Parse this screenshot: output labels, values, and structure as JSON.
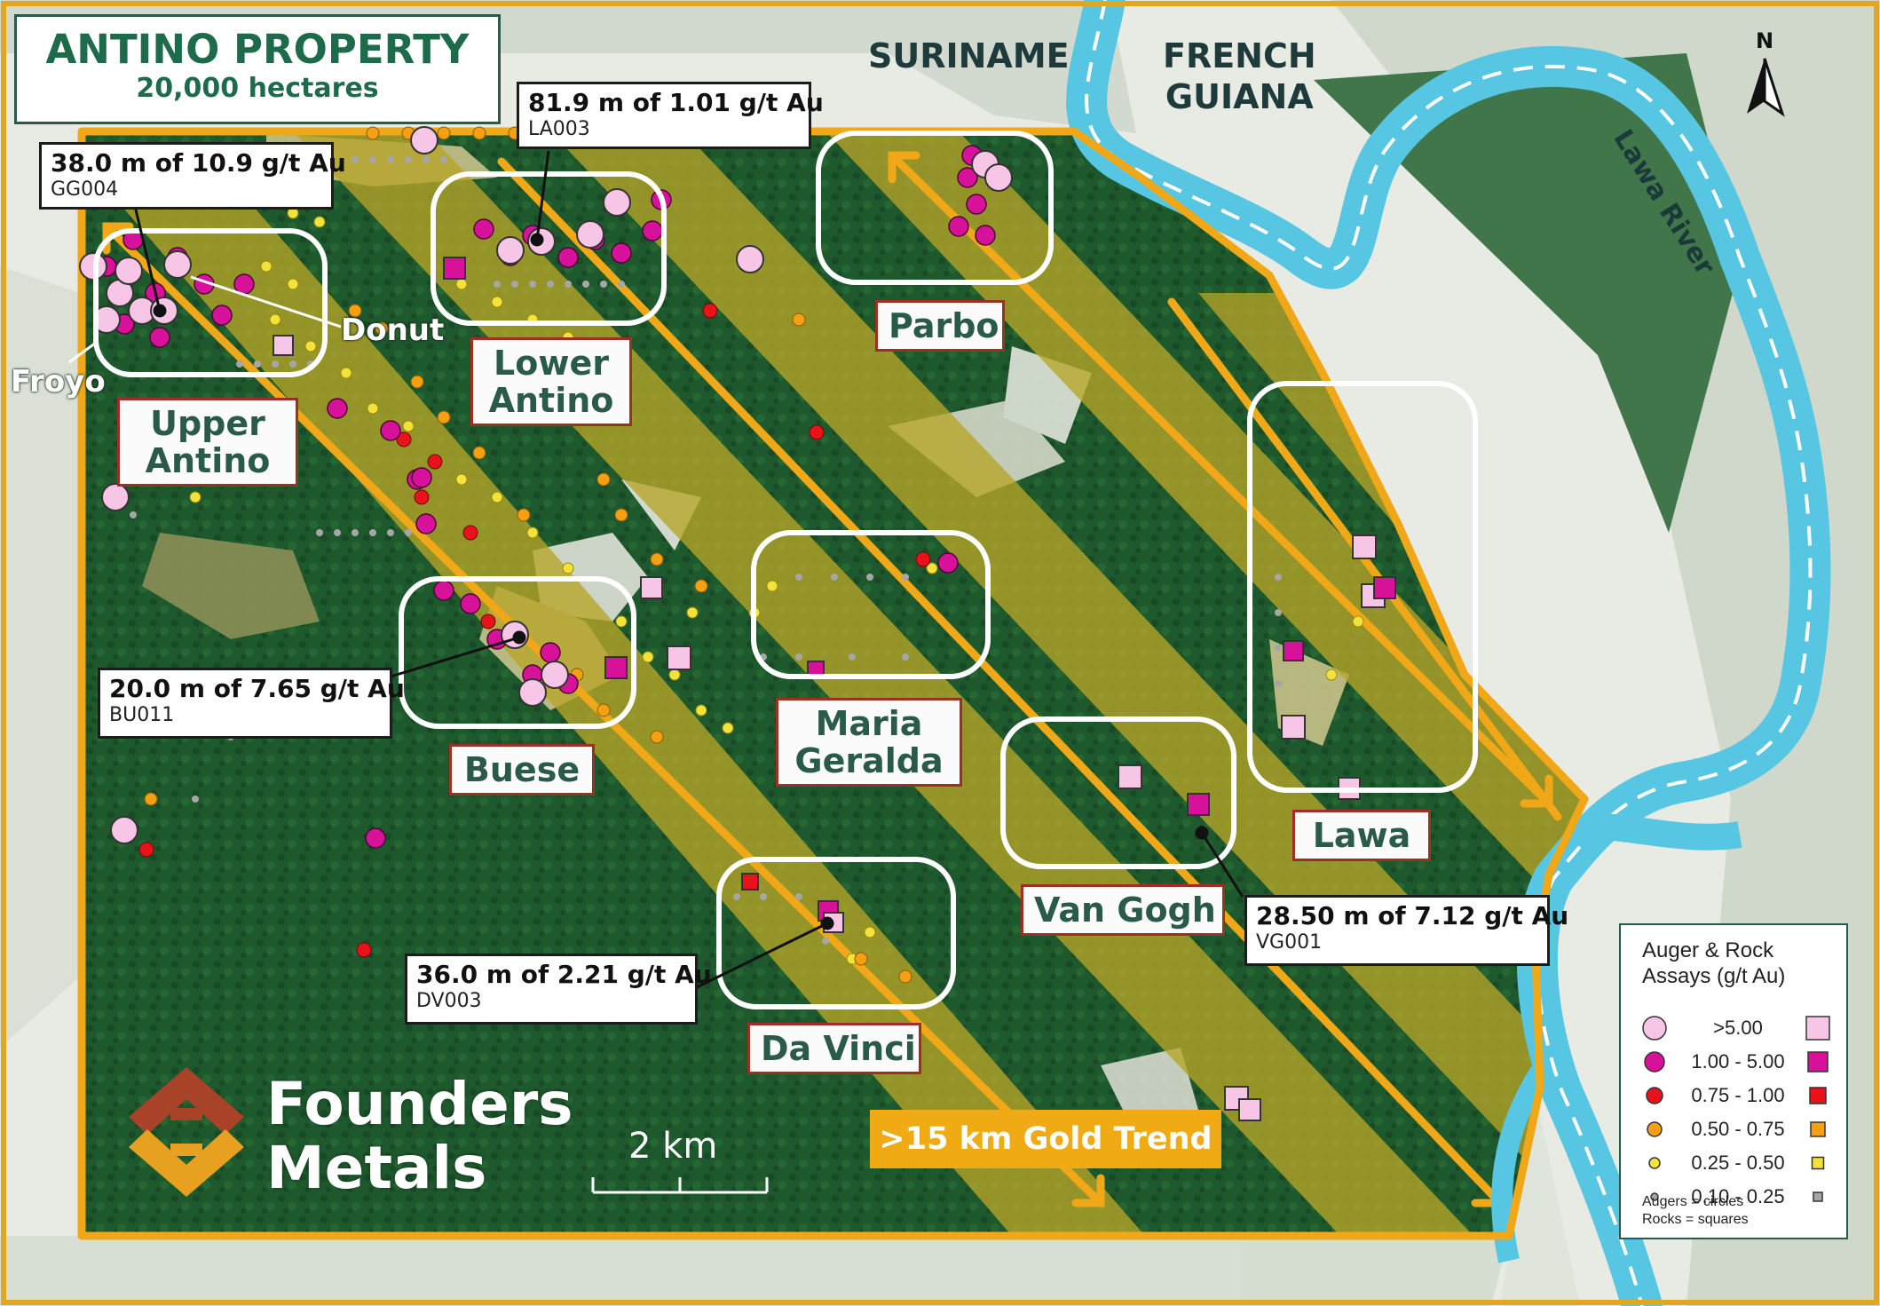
{
  "title": {
    "main": "ANTINO PROPERTY",
    "sub": "20,000 hectares"
  },
  "countries": {
    "left": "SURINAME",
    "right_line1": "FRENCH",
    "right_line2": "GUIANA"
  },
  "river_name": "Lawa River",
  "north_label": "N",
  "targets": [
    {
      "id": "upper-antino",
      "line1": "Upper",
      "line2": "Antino"
    },
    {
      "id": "lower-antino",
      "line1": "Lower",
      "line2": "Antino"
    },
    {
      "id": "parbo",
      "line1": "Parbo",
      "line2": ""
    },
    {
      "id": "maria-geralda",
      "line1": "Maria",
      "line2": "Geralda"
    },
    {
      "id": "buese",
      "line1": "Buese",
      "line2": ""
    },
    {
      "id": "lawa",
      "line1": "Lawa",
      "line2": ""
    },
    {
      "id": "van-gogh",
      "line1": "Van Gogh",
      "line2": ""
    },
    {
      "id": "da-vinci",
      "line1": "Da Vinci",
      "line2": ""
    }
  ],
  "sub_targets": {
    "donut": "Donut",
    "froyo": "Froyo"
  },
  "drill_results": [
    {
      "id": "gg004",
      "text": "38.0 m of 10.9 g/t Au",
      "hole": "GG004"
    },
    {
      "id": "la003",
      "text": "81.9 m of 1.01 g/t Au",
      "hole": "LA003"
    },
    {
      "id": "bu011",
      "text": "20.0 m of 7.65 g/t Au",
      "hole": "BU011"
    },
    {
      "id": "dv003",
      "text": "36.0 m of 2.21 g/t Au",
      "hole": "DV003"
    },
    {
      "id": "vg001",
      "text": "28.50 m of 7.12 g/t Au",
      "hole": "VG001"
    }
  ],
  "trend_label": ">15 km Gold Trend",
  "scale_bar_label": "2 km",
  "brand": {
    "line1": "Founders",
    "line2": "Metals"
  },
  "legend": {
    "title_line1": "Auger & Rock",
    "title_line2": "Assays (g/t Au)",
    "classes": [
      {
        "range": ">5.00",
        "color": "#f7c6e6"
      },
      {
        "range": "1.00 - 5.00",
        "color": "#d8119a"
      },
      {
        "range": "0.75 - 1.00",
        "color": "#e8121a"
      },
      {
        "range": "0.50 - 0.75",
        "color": "#f5a012"
      },
      {
        "range": "0.25 - 0.50",
        "color": "#f2e23a"
      },
      {
        "range": "0.10 - 0.25",
        "color": "#a6a6a6"
      }
    ],
    "note_line1": "Augers = circles",
    "note_line2": "Rocks = squares"
  },
  "colors": {
    "forest": "#1f5a2e",
    "property_boundary": "#f0a818",
    "trend_band": "#b7a528",
    "river": "#56c6e2",
    "label_border": "#9e2f25",
    "label_text": "#2a5a4a"
  }
}
